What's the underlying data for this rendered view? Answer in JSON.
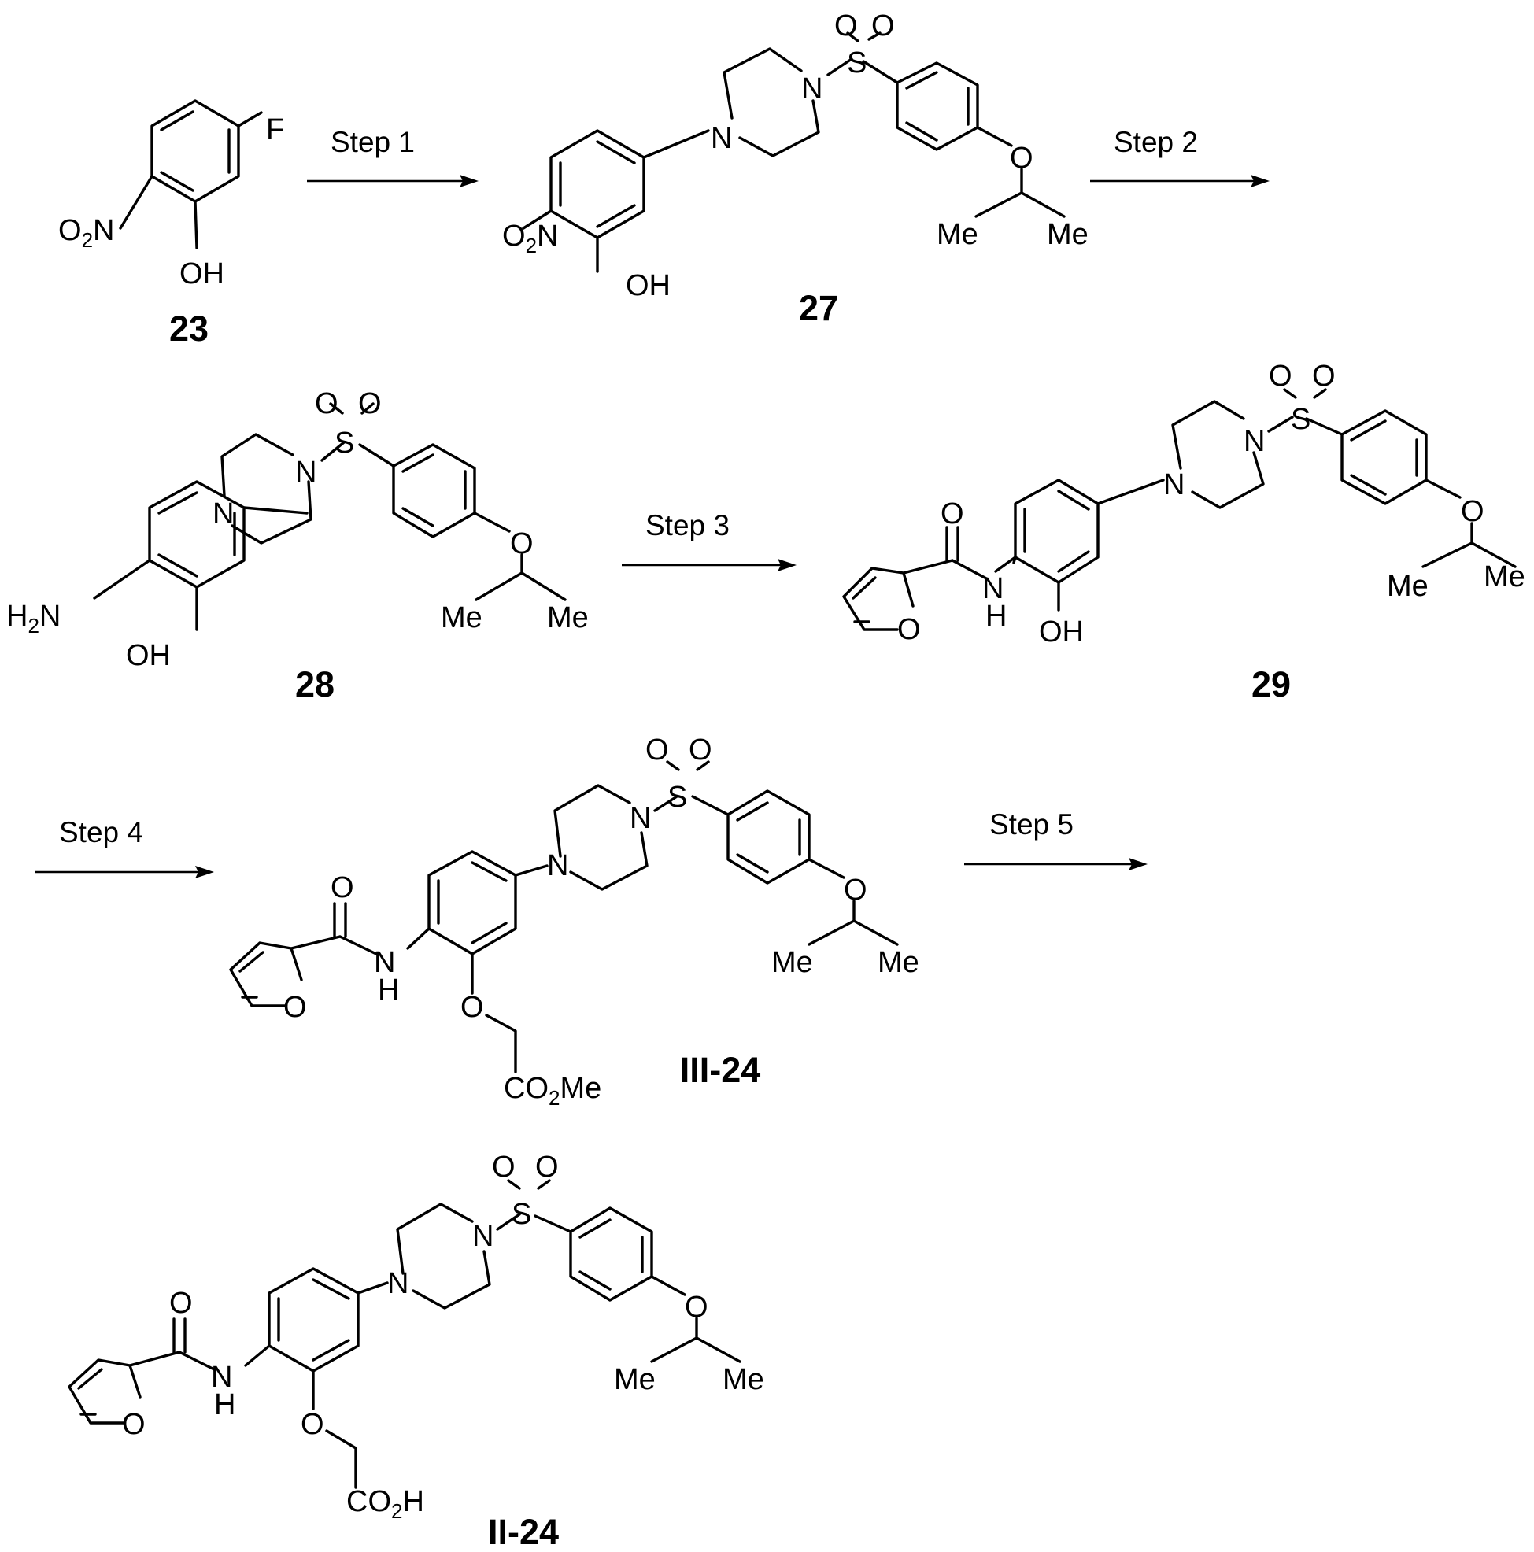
{
  "steps": [
    "Step 1",
    "Step 2",
    "Step 3",
    "Step 4",
    "Step 5"
  ],
  "compounds": {
    "c23": {
      "id": "23",
      "atoms": {
        "f": "F",
        "no2_o": "O",
        "no2_sub": "2",
        "no2_n": "N",
        "oh": "OH"
      }
    },
    "c27": {
      "id": "27",
      "atoms": {
        "o1": "O",
        "o2": "O",
        "s": "S",
        "n4": "N",
        "n1": "N",
        "oe": "O",
        "me_l": "Me",
        "me_r": "Me",
        "no2_o": "O",
        "no2_sub": "2",
        "no2_n": "N",
        "oh": "OH"
      }
    },
    "c28": {
      "id": "28",
      "atoms": {
        "o1": "O",
        "o2": "O",
        "s": "S",
        "n4": "N",
        "n1": "N",
        "oe": "O",
        "me_l": "Me",
        "me_r": "Me",
        "h2n_h": "H",
        "h2n_sub": "2",
        "h2n_n": "N",
        "oh": "OH"
      }
    },
    "c29": {
      "id": "29",
      "atoms": {
        "o1": "O",
        "o2": "O",
        "s": "S",
        "n4": "N",
        "n1": "N",
        "oe": "O",
        "me_l": "Me",
        "me_r": "Me",
        "co": "O",
        "nh_n": "N",
        "nh_h": "H",
        "fo": "O",
        "oh": "OH"
      }
    },
    "c324": {
      "id": "III-24",
      "atoms": {
        "o1": "O",
        "o2": "O",
        "s": "S",
        "n4": "N",
        "n1": "N",
        "oe": "O",
        "me_l": "Me",
        "me_r": "Me",
        "co": "O",
        "nh_n": "N",
        "nh_h": "H",
        "fo": "O",
        "oa": "O",
        "ester_co": "CO",
        "ester_sub": "2",
        "ester_me": "Me"
      }
    },
    "c224": {
      "id": "II-24",
      "atoms": {
        "o1": "O",
        "o2": "O",
        "s": "S",
        "n4": "N",
        "n1": "N",
        "oe": "O",
        "me_l": "Me",
        "me_r": "Me",
        "co": "O",
        "nh_n": "N",
        "nh_h": "H",
        "fo": "O",
        "oa": "O",
        "acid_co": "CO",
        "acid_sub": "2",
        "acid_h": "H"
      }
    }
  }
}
